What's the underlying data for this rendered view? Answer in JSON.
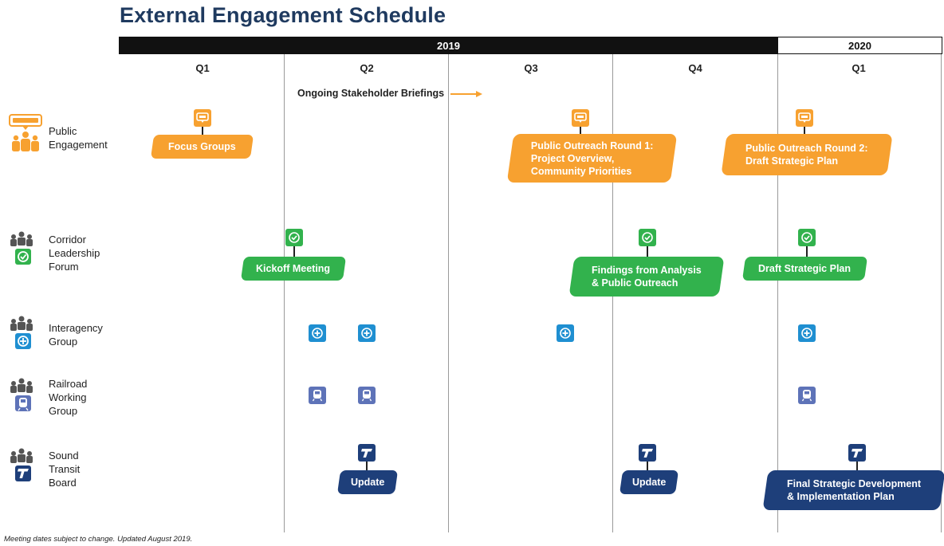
{
  "title": "External Engagement Schedule",
  "years": {
    "y2019": "2019",
    "y2020": "2020"
  },
  "quarters": [
    "Q1",
    "Q2",
    "Q3",
    "Q4",
    "Q1"
  ],
  "briefings": "Ongoing Stakeholder Briefings",
  "rows": {
    "public": "Public\nEngagement",
    "corridor": "Corridor\nLeadership\nForum",
    "interagency": "Interagency\nGroup",
    "railroad": "Railroad\nWorking\nGroup",
    "sound": "Sound\nTransit\nBoard"
  },
  "events": {
    "focus_groups": "Focus Groups",
    "outreach1": "Public Outreach Round 1:\nProject Overview,\nCommunity Priorities",
    "outreach2": "Public Outreach Round 2:\nDraft Strategic Plan",
    "kickoff": "Kickoff Meeting",
    "findings": "Findings from Analysis\n& Public Outreach",
    "draft_plan": "Draft Strategic Plan",
    "update1": "Update",
    "update2": "Update",
    "final_plan": "Final Strategic Development\n& Implementation Plan"
  },
  "footnote": "Meeting dates subject to change. Updated August 2019.",
  "colors": {
    "public": "#f7a130",
    "corridor": "#32b24d",
    "interagency": "#1f8fd1",
    "railroad": "#5e73b8",
    "sound": "#1e3f7a",
    "title": "#1f3a5f"
  },
  "icons": {
    "public": "speech-bubble-icon",
    "corridor": "check-circle-icon",
    "interagency": "plus-circle-icon",
    "railroad": "train-icon",
    "sound": "transit-logo-icon"
  }
}
